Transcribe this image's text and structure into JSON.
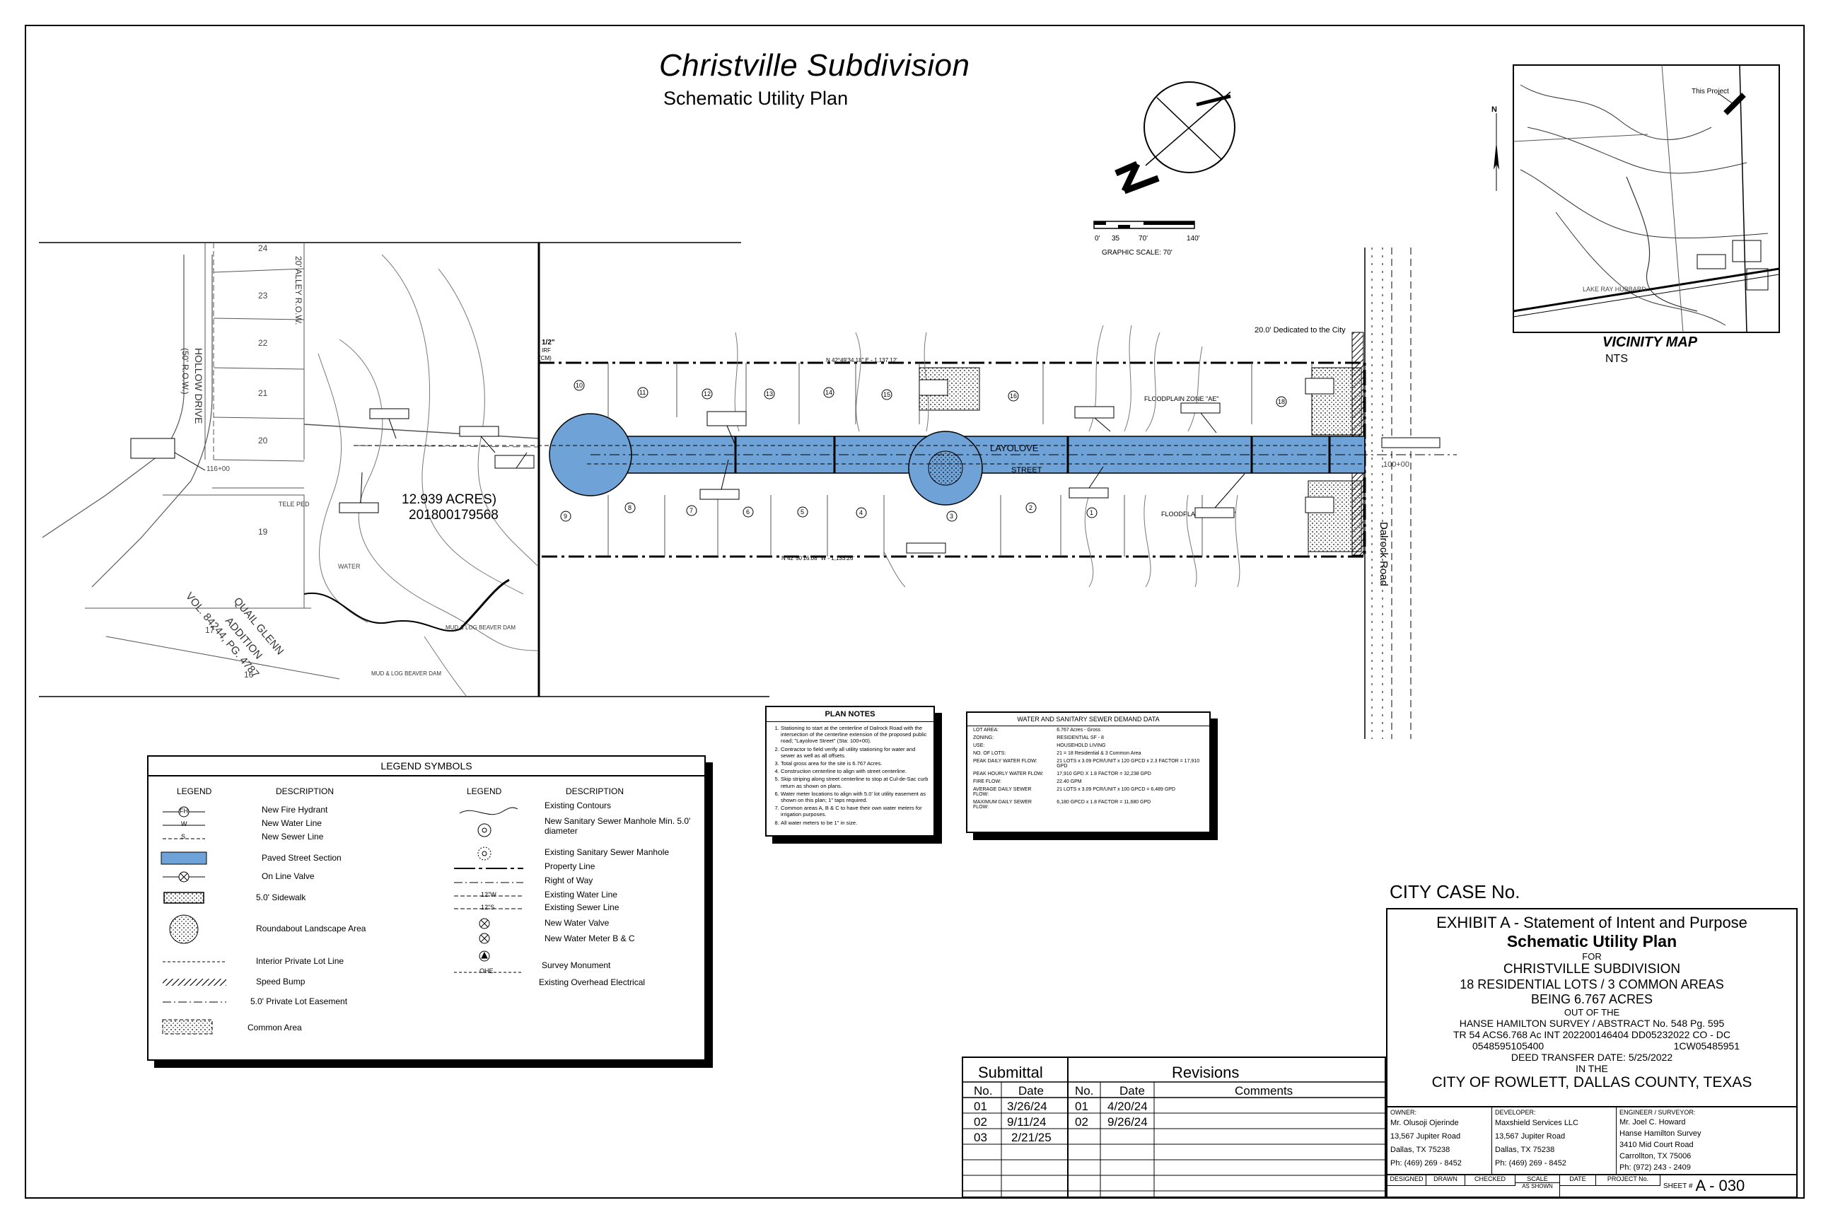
{
  "header": {
    "title": "Christville Subdivision",
    "subtitle": "Schematic Utility Plan"
  },
  "north_arrow": {
    "graphic_scale_ticks": [
      "0'",
      "35",
      "70'",
      "140'"
    ],
    "graphic_scale_label": "GRAPHIC SCALE: 70'"
  },
  "vicinity_map": {
    "title": "VICINITY MAP",
    "scale": "NTS",
    "project_label": "This Project",
    "north_label": "N",
    "lake_label": "LAKE RAY HUBBARD"
  },
  "plan": {
    "street_name_1": "LAYOLOVE",
    "street_name_2": "STREET",
    "dalrock_road": "Dalrock Road",
    "dedicated_note": "20.0' Dedicated to the City",
    "floodplain_1": "FLOODPLAIN ZONE \"AE\"",
    "floodplain_2": "FLOODPLAIN ZONE \"AE\"",
    "acreage_1": "12.939  ACRES)",
    "acreage_2": "201800179568",
    "bearing_north": "N 42°49'34.18\" E - 1,137.12'",
    "bearing_south": "N 42°50'16.08\" W - 1,133.26'",
    "station_start": "100+00",
    "station_end": "116+00",
    "irf_label_1": "1/2\"",
    "irf_label_2": "IRF",
    "irf_label_3": "(CM)",
    "hollow_drive": "HOLLOW DRIVE",
    "hollow_drive_row": "(50' R.O.W.)",
    "alley_row": "20' ALLEY R.O.W.",
    "quail_glenn": "QUAIL GLENN",
    "addition": "ADDITION",
    "vol": "VOL. 84244, PG. 4787",
    "water": "WATER",
    "beaver_dam_1": "MUD & LOG BEAVER DAM",
    "beaver_dam_2": "MUD & LOG BEAVER DAM",
    "tele_ped": "TELE PED",
    "adj_lots": [
      "24",
      "23",
      "22",
      "21",
      "20",
      "19",
      "17",
      "16"
    ],
    "lots_north": [
      "10",
      "11",
      "12",
      "13",
      "14",
      "15",
      "16",
      "18"
    ],
    "lots_south": [
      "9",
      "8",
      "7",
      "6",
      "5",
      "4",
      "3",
      "2",
      "1"
    ]
  },
  "plan_notes": {
    "title": "PLAN NOTES",
    "items": [
      "Stationing to start at the centerline of Dalrock Road with the intersection of the centerline extension of the proposed public road; \"Layolove Street\" (Sta: 100+00).",
      "Contractor to field verify all utility stationing for water and sewer as well as all offsets.",
      "Total gross area for the site is 6.767 Acres.",
      "Construction centerline to align with street centerline.",
      "Skip striping along street centerline to stop at Cul-de-Sac curb return as shown on plans.",
      "Water meter locations to align with 5.0' lot utility easement as shown on this plan; 1\" taps required.",
      "Common areas A, B & C to have their own water meters for irrigation purposes.",
      "All water meters to be 1\" in size."
    ]
  },
  "demand_data": {
    "title": "WATER AND SANITARY SEWER DEMAND DATA",
    "rows": [
      [
        "LOT AREA:",
        "6.767 Acres - Gross"
      ],
      [
        "ZONING:",
        "RESIDENTIAL SF - 8"
      ],
      [
        "USE:",
        "HOUSEHOLD LIVING"
      ],
      [
        "NO. OF LOTS:",
        "21 = 18 Residential & 3 Common Area"
      ],
      [
        "PEAK DAILY WATER FLOW:",
        "21 LOTS x 3.09 PCR/UNIT x 120 GPCD x 2.3 FACTOR = 17,910 GPD"
      ],
      [
        "PEAK HOURLY WATER FLOW:",
        "17,910 GPD X 1.8 FACTOR = 32,238 GPD"
      ],
      [
        "FIRE FLOW:",
        "22.40 GPM"
      ],
      [
        "AVERAGE DAILY SEWER FLOW:",
        "21 LOTS x 3.09 PCR/UNIT x 100 GPCD = 6,489 GPD"
      ],
      [
        "MAXIMUM DAILY SEWER FLOW:",
        "6,180 GPCD x 1.8 FACTOR = 11,680 GPD"
      ]
    ]
  },
  "legend": {
    "title": "LEGEND SYMBOLS",
    "col_legend": "LEGEND",
    "col_description": "DESCRIPTION",
    "left_items": [
      "New Fire Hydrant",
      "New Water Line",
      "New Sewer Line",
      "Paved Street Section",
      "On Line Valve",
      "5.0' Sidewalk",
      "Roundabout Landscape Area",
      "Interior Private Lot Line",
      "Speed Bump",
      "5.0' Private Lot Easement",
      "Common Area"
    ],
    "right_items": [
      "Existing Contours",
      "New Sanitary Sewer Manhole Min. 5.0' diameter",
      "Existing Sanitary Sewer Manhole",
      "Property Line",
      "Right of Way",
      "Existing Water Line",
      "Existing Sewer Line",
      "New Water Valve",
      "New Water Meter B & C",
      "Survey Monument",
      "Existing Overhead Electrical"
    ],
    "symbol_labels": {
      "fh": "FH",
      "w": "W",
      "s": "S",
      "ew": "12\"W",
      "es": "12\"S",
      "ohe": "OHE"
    }
  },
  "title_block": {
    "city_case": "CITY CASE No.",
    "exhibit": "EXHIBIT A - Statement of Intent and Purpose",
    "plan_name": "Schematic Utility Plan",
    "for": "FOR",
    "subdivision": "CHRISTVILLE SUBDIVISION",
    "lots": "18 RESIDENTIAL LOTS / 3 COMMON AREAS",
    "acres": "BEING 6.767 ACRES",
    "out_of": "OUT OF THE",
    "survey": "HANSE HAMILTON SURVEY / ABSTRACT No. 548 Pg. 595",
    "tr": "TR 54 ACS6.768 Ac INT 202200146404 DD05232022 CO - DC",
    "ids_left": "0548595105400",
    "ids_right": "1CW05485951",
    "deed": "DEED TRANSFER DATE: 5/25/2022",
    "in_the": "IN THE",
    "city": "CITY OF ROWLETT, DALLAS COUNTY, TEXAS"
  },
  "submittal": {
    "title": "Submittal",
    "col_no": "No.",
    "col_date": "Date",
    "rows": [
      {
        "no": "01",
        "date": "3/26/24"
      },
      {
        "no": "02",
        "date": "9/11/24"
      },
      {
        "no": "03",
        "date": "2/21/25"
      }
    ]
  },
  "revisions": {
    "title": "Revisions",
    "col_no": "No.",
    "col_date": "Date",
    "col_comments": "Comments",
    "rows": [
      {
        "no": "01",
        "date": "4/20/24"
      },
      {
        "no": "02",
        "date": "9/26/24"
      }
    ]
  },
  "owner": {
    "label": "OWNER:",
    "lines": [
      "Mr. Olusoji Ojerinde",
      "13,567 Jupiter Road",
      "Dallas, TX 75238",
      "Ph: (469) 269 - 8452"
    ]
  },
  "developer": {
    "label": "DEVELOPER:",
    "lines": [
      "Maxshield Services LLC",
      "13,567 Jupiter Road",
      "Dallas, TX 75238",
      "Ph: (469) 269 - 8452"
    ]
  },
  "engineer": {
    "label": "ENGINEER / SURVEYOR:",
    "lines": [
      "Mr. Joel C. Howard",
      "Hanse Hamilton Survey",
      "3410 Mid Court Road",
      "Carrollton, TX 75006",
      "Ph: (972) 243 - 2409"
    ]
  },
  "sign_row": {
    "designed": "DESIGNED",
    "drawn": "DRAWN",
    "checked": "CHECKED",
    "scale": "SCALE",
    "as_shown": "AS SHOWN",
    "date": "DATE",
    "project_no": "PROJECT No.",
    "sheet_label": "SHEET #",
    "sheet_no": "A - 030"
  }
}
